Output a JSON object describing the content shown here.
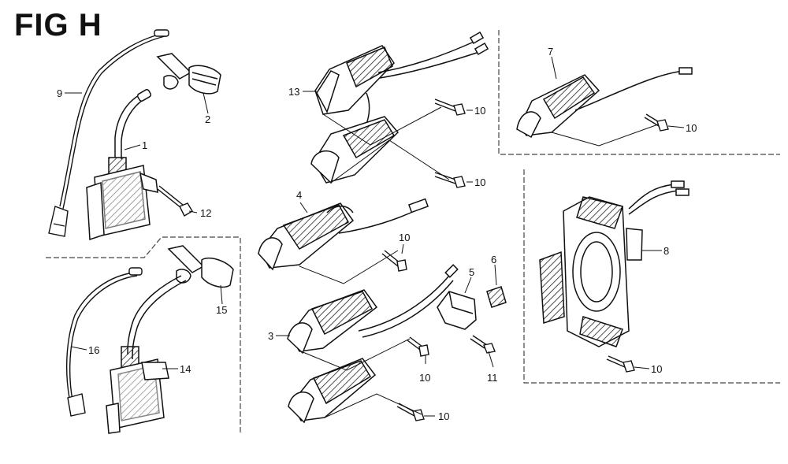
{
  "figure": {
    "title": "FIG H",
    "callouts": {
      "c9": "9",
      "c2": "2",
      "c1": "1",
      "c12": "12",
      "c13": "13",
      "c10a": "10",
      "c10b": "10",
      "c4": "4",
      "c10c": "10",
      "c3": "3",
      "c10d": "10",
      "c10e": "10",
      "c5": "5",
      "c6": "6",
      "c11": "11",
      "c7": "7",
      "c10f": "10",
      "c8": "8",
      "c10g": "10",
      "c16": "16",
      "c15": "15",
      "c14": "14"
    }
  }
}
